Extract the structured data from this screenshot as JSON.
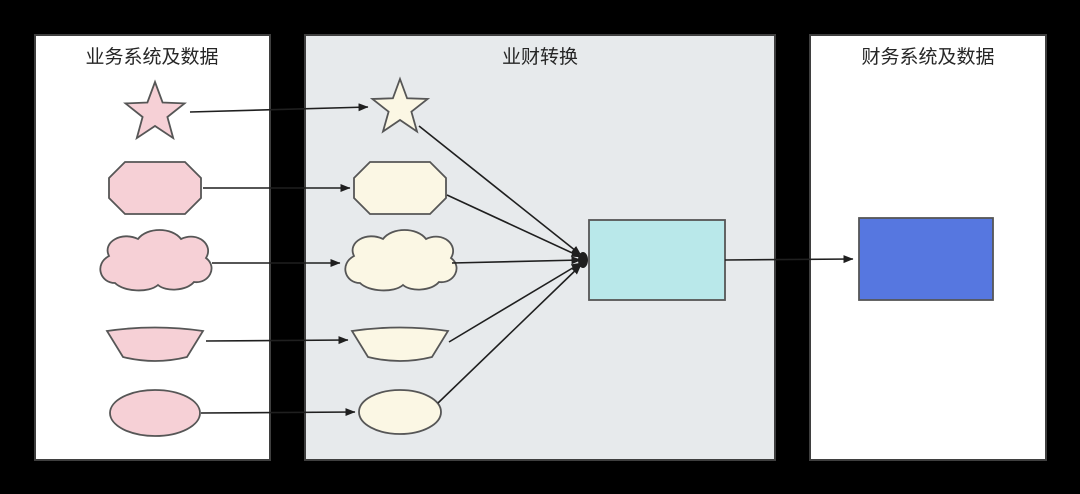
{
  "diagram": {
    "panels": {
      "source": {
        "title": "业务系统及数据"
      },
      "conversion": {
        "title": "业财转换"
      },
      "finance": {
        "title": "财务系统及数据"
      }
    },
    "shapes": {
      "source": [
        "star",
        "octagon",
        "cloud",
        "trapezoid",
        "ellipse"
      ],
      "conversion": [
        "star",
        "octagon",
        "cloud",
        "trapezoid",
        "ellipse",
        "converter-box"
      ],
      "finance": [
        "result-box"
      ]
    },
    "flow": [
      "source-star -> conversion-star",
      "source-octagon -> conversion-octagon",
      "source-cloud -> conversion-cloud",
      "source-trapezoid -> conversion-trapezoid",
      "source-ellipse -> conversion-ellipse",
      "conversion-star -> converter-box",
      "conversion-octagon -> converter-box",
      "conversion-cloud -> converter-box",
      "conversion-trapezoid -> converter-box",
      "conversion-ellipse -> converter-box",
      "converter-box -> result-box"
    ],
    "colors": {
      "canvas_bg": "#000000",
      "source_panel_bg": "#ffffff",
      "conversion_panel_bg": "#e7eaec",
      "finance_panel_bg": "#ffffff",
      "panel_stroke": "#3f3f3f",
      "source_shape_fill": "#f6d0d6",
      "conversion_shape_fill": "#fbf7e4",
      "shape_stroke": "#565656",
      "converter_fill": "#b9e8ea",
      "result_fill": "#5677e0",
      "arrow": "#1f1f1f",
      "title_text": "#262626"
    }
  }
}
